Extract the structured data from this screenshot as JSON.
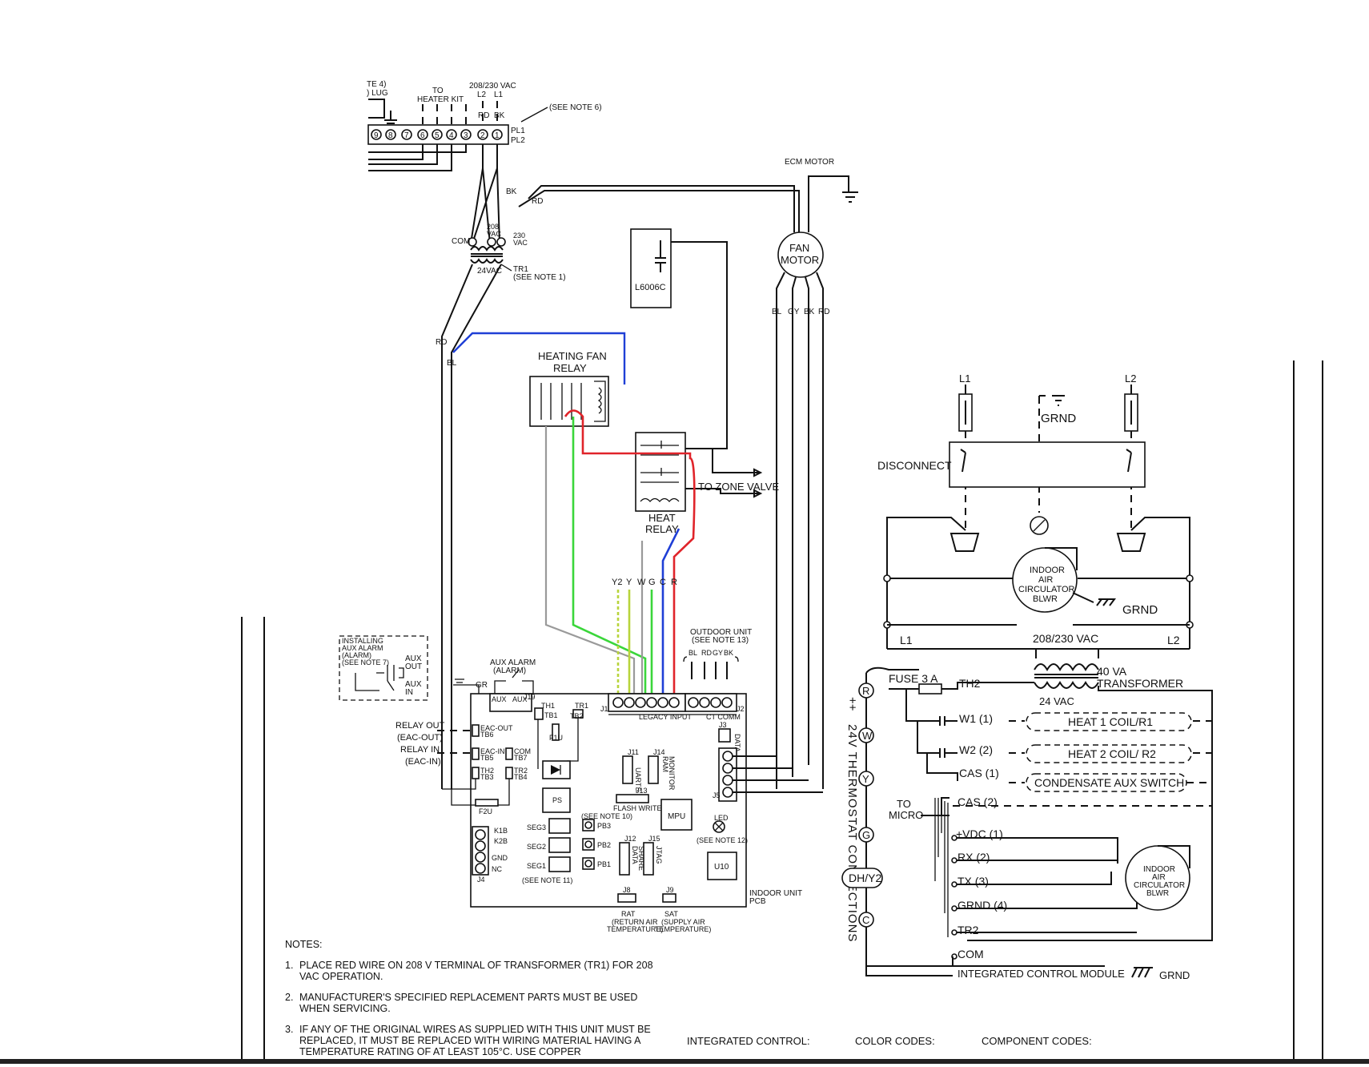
{
  "top": {
    "note_ref_a": "TE 4)",
    "note_ref_b": ") LUG",
    "to_heater_kit": [
      "TO",
      "HEATER KIT"
    ],
    "supply_voltage": "208/230 VAC",
    "l2": "L2",
    "l1": "L1",
    "rd": "RD",
    "bk": "BK",
    "see_note_6": "(SEE NOTE 6)",
    "pl1": "PL1",
    "pl2": "PL2",
    "plug_pins": [
      "9",
      "8",
      "7",
      "6",
      "5",
      "4",
      "3",
      "2",
      "1"
    ]
  },
  "transformer": {
    "com": "COM",
    "v208": "208\nVAC",
    "v230": "230\nVAC",
    "v24": "24VAC",
    "tr1": "TR1",
    "see_note_1": "(SEE NOTE 1)",
    "bk": "BK",
    "rd": "RD"
  },
  "motor": {
    "ecm_label": "ECM MOTOR",
    "fan": "FAN",
    "motor": "MOTOR",
    "leads": [
      "BL",
      "GY",
      "BK",
      "RD"
    ]
  },
  "components": {
    "l6006c": "L6006C",
    "heating_fan_relay": [
      "HEATING FAN",
      "RELAY"
    ],
    "heat_relay": [
      "HEAT",
      "RELAY"
    ],
    "to_zone_valve": "TO ZONE VALVE",
    "rd": "RD",
    "bl": "BL"
  },
  "thermostat_terms": [
    "Y2",
    "Y",
    "W",
    "G",
    "C",
    "R"
  ],
  "outdoor_unit": [
    "OUTDOOR UNIT",
    "(SEE NOTE 13)"
  ],
  "outdoor_leads": [
    "BL",
    "RD",
    "GY",
    "BK"
  ],
  "aux_box": [
    "INSTALLING",
    "AUX ALARM",
    "(ALARM)",
    "(SEE NOTE 7)"
  ],
  "aux_out": "AUX\nOUT",
  "aux_in": "AUX\nIN",
  "pcb": {
    "aux_alarm": [
      "AUX ALARM",
      "(ALARM)"
    ],
    "gr": "GR",
    "relay_out": "RELAY OUT",
    "eac_out": "(EAC-OUT)",
    "relay_in": "RELAY IN",
    "eac_in": "(EAC-IN)",
    "legacy_input": "LEGACY INPUT",
    "ct_comm": "CT COMM",
    "j1": "J1",
    "j2": "J2",
    "j3": "J3",
    "data": "DATA",
    "j5": "J5",
    "tb6": "EAC-OUT\nTB6",
    "tb5": "EAC-IN\nTB5",
    "tb3": "TH2\nTB3",
    "tb7": "COM\nTB7",
    "tb4": "TR2\nTB4",
    "aux_in_pin": "AUX\nIN",
    "aux_out_pin": "AUX\nOUT",
    "j19": "J19",
    "th1": "TH1",
    "tr1": "TR1",
    "tb1": "TB1",
    "tb2": "TB2",
    "f1u": "F1U",
    "f2u": "F2U",
    "ps": "PS",
    "j11": "J11",
    "uarts": "UARTS",
    "j14": "J14",
    "ram_monitor": "RAM\nMONITOR",
    "j13": "J13",
    "flash_writer": "FLASH WRITER",
    "mpu": "MPU",
    "led": "LED",
    "see_note_12": "(SEE NOTE 12)",
    "see_note_10": "(SEE NOTE 10)",
    "see_note_11": "(SEE NOTE 11)",
    "seg3": "SEG3",
    "seg2": "SEG2",
    "seg1": "SEG1",
    "pb3": "PB3",
    "pb2": "PB2",
    "pb1": "PB1",
    "k1b": "K1B",
    "k2b": "K2B",
    "gnd": "GND",
    "nc": "NC",
    "j4": "J4",
    "j12": "J12",
    "data_share": "DATA\nSHARE",
    "j15": "J15",
    "jtag": "JTAG",
    "u10": "U10",
    "j8": "J8",
    "j9": "J9",
    "rat": [
      "RAT",
      "(RETURN AIR",
      "TEMPERATURE)"
    ],
    "sat": [
      "SAT",
      "(SUPPLY AIR",
      "TEMPERATURE)"
    ],
    "indoor_unit_pcb": [
      "INDOOR UNIT",
      "PCB"
    ]
  },
  "ladder": {
    "l1_top": "L1",
    "l2_top": "L2",
    "grnd_top": "GRND",
    "disconnect": "DISCONNECT",
    "blower": [
      "INDOOR",
      "AIR",
      "CIRCULATOR",
      "BLWR"
    ],
    "grnd_blower": "GRND",
    "l1": "L1",
    "l2": "L2",
    "supply": "208/230 VAC",
    "transformer": [
      "40 VA",
      "TRANSFORMER"
    ],
    "v24": "24 VAC",
    "fuse": "FUSE 3 A",
    "th2": "TH2",
    "w1": "W1 (1)",
    "w2": "W2 (2)",
    "cas1": "CAS (1)",
    "cas2": "CAS (2)",
    "heat1": "HEAT 1 COIL/R1",
    "heat2": "HEAT 2 COIL/ R2",
    "condensate": "CONDENSATE  AUX  SWITCH",
    "to_micro": [
      "TO",
      "MICRO"
    ],
    "vdc": "+VDC (1)",
    "rx": "RX (2)",
    "tx": "TX (3)",
    "grnd4": "GRND (4)",
    "tr2": "TR2",
    "com": "COM",
    "icm": "INTEGRATED CONTROL MODULE",
    "grnd_bottom": "GRND",
    "blower2": [
      "INDOOR",
      "AIR",
      "CIRCULATOR",
      "BLWR"
    ],
    "thermostat_caption": "24V  THERMOSTAT  CONNECTIONS",
    "thermostat_marks": "++",
    "terminals": [
      "R",
      "W",
      "Y",
      "G",
      "DH/Y2",
      "C"
    ]
  },
  "notes": {
    "heading": "NOTES:",
    "items": [
      {
        "num": "1.",
        "text": "PLACE RED WIRE ON 208 V TERMINAL OF TRANSFORMER (TR1) FOR 208 VAC OPERATION."
      },
      {
        "num": "2.",
        "text": "MANUFACTURER'S SPECIFIED REPLACEMENT PARTS MUST BE USED WHEN SERVICING."
      },
      {
        "num": "3.",
        "text": "IF ANY OF THE ORIGINAL WIRES AS SUPPLIED WITH THIS UNIT MUST BE REPLACED, IT MUST BE REPLACED WITH WIRING MATERIAL HAVING A TEMPERATURE RATING OF AT LEAST 105°C. USE COPPER"
      }
    ]
  },
  "footer": {
    "integrated_control": "INTEGRATED CONTROL:",
    "color_codes": "COLOR CODES:",
    "component_codes": "COMPONENT CODES:"
  },
  "wire_colors": {
    "red": "#e0242a",
    "blue": "#1f3fd6",
    "green": "#3ad63a",
    "yellow_green": "#b8d43c",
    "gray": "#9a9a9a"
  }
}
